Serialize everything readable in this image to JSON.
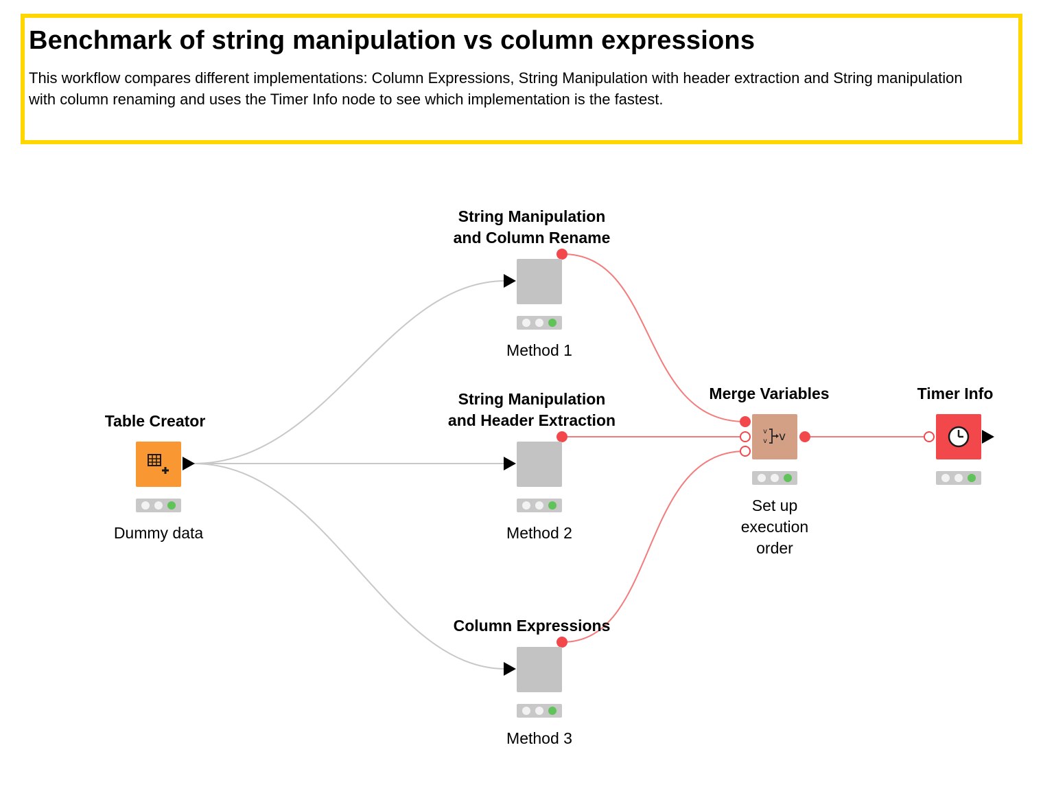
{
  "annotation": {
    "title": "Benchmark of string manipulation vs column expressions",
    "text": "This workflow compares different implementations: Column Expressions, String Manipulation with header extraction and String manipulation with column renaming and uses the Timer Info node to see which implementation is the fastest.",
    "border_color": "#ffd600"
  },
  "nodes": {
    "table_creator": {
      "title": "Table Creator",
      "label": "Dummy data",
      "icon": "table-plus-icon",
      "color": "#f99832",
      "status": "executed"
    },
    "method1": {
      "title_line1": "String Manipulation",
      "title_line2": "and Column Rename",
      "label": "Method 1",
      "color": "#c3c3c3",
      "status": "executed"
    },
    "method2": {
      "title_line1": "String Manipulation",
      "title_line2": "and Header Extraction",
      "label": "Method 2",
      "color": "#c3c3c3",
      "status": "executed"
    },
    "method3": {
      "title": "Column Expressions",
      "label": "Method 3",
      "color": "#c3c3c3",
      "status": "executed"
    },
    "merge": {
      "title": "Merge Variables",
      "label_line1": "Set up",
      "label_line2": "execution",
      "label_line3": "order",
      "icon": "merge-variables-icon",
      "color": "#d4a085",
      "status": "executed"
    },
    "timer": {
      "title": "Timer Info",
      "icon": "clock-icon",
      "color": "#f2484c",
      "status": "executed"
    }
  },
  "colors": {
    "data_connection": "#c8c8c8",
    "variable_connection": "#f47b7b",
    "variable_port": "#f2484c",
    "status_green": "#5fc35a"
  }
}
